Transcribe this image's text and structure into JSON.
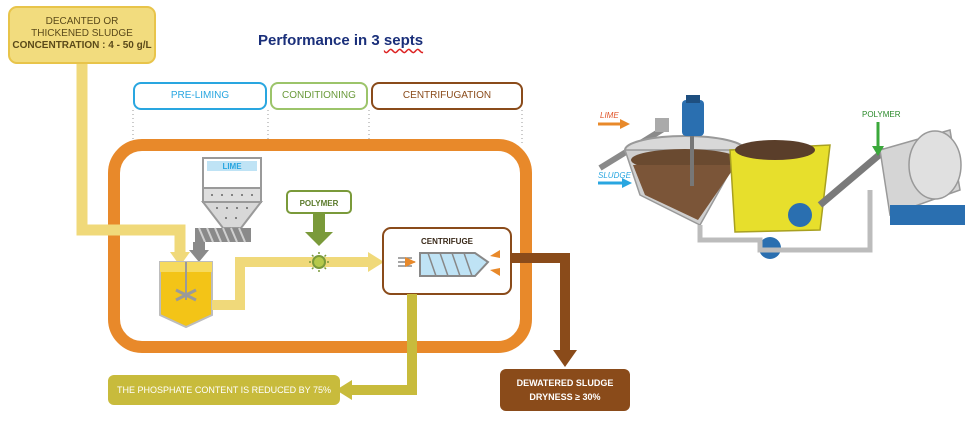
{
  "title_part1": "Performance in 3 ",
  "title_part2": "septs",
  "input": {
    "line1": "DECANTED OR",
    "line2": "THICKENED SLUDGE",
    "line3": "CONCENTRATION : 4 - 50 g/L"
  },
  "stages": [
    "PRE-LIMING",
    "CONDITIONING",
    "CENTRIFUGATION"
  ],
  "labels": {
    "lime": "LIME",
    "polymer": "POLYMER",
    "centrifuge": "CENTRIFUGE"
  },
  "outputs": {
    "phosphate": "THE PHOSPHATE CONTENT IS REDUCED BY 75%",
    "dewatered_line1": "DEWATERED SLUDGE",
    "dewatered_line2": "DRYNESS ≥ 30%"
  },
  "illustration": {
    "lime": "LIME",
    "sludge": "SLUDGE",
    "polymer": "POLYMER"
  },
  "colors": {
    "orange": "#e8892a",
    "yellow": "#f0d97a",
    "green": "#c8bb3c",
    "brown": "#8a4b1a",
    "blue": "#29a6e0"
  }
}
